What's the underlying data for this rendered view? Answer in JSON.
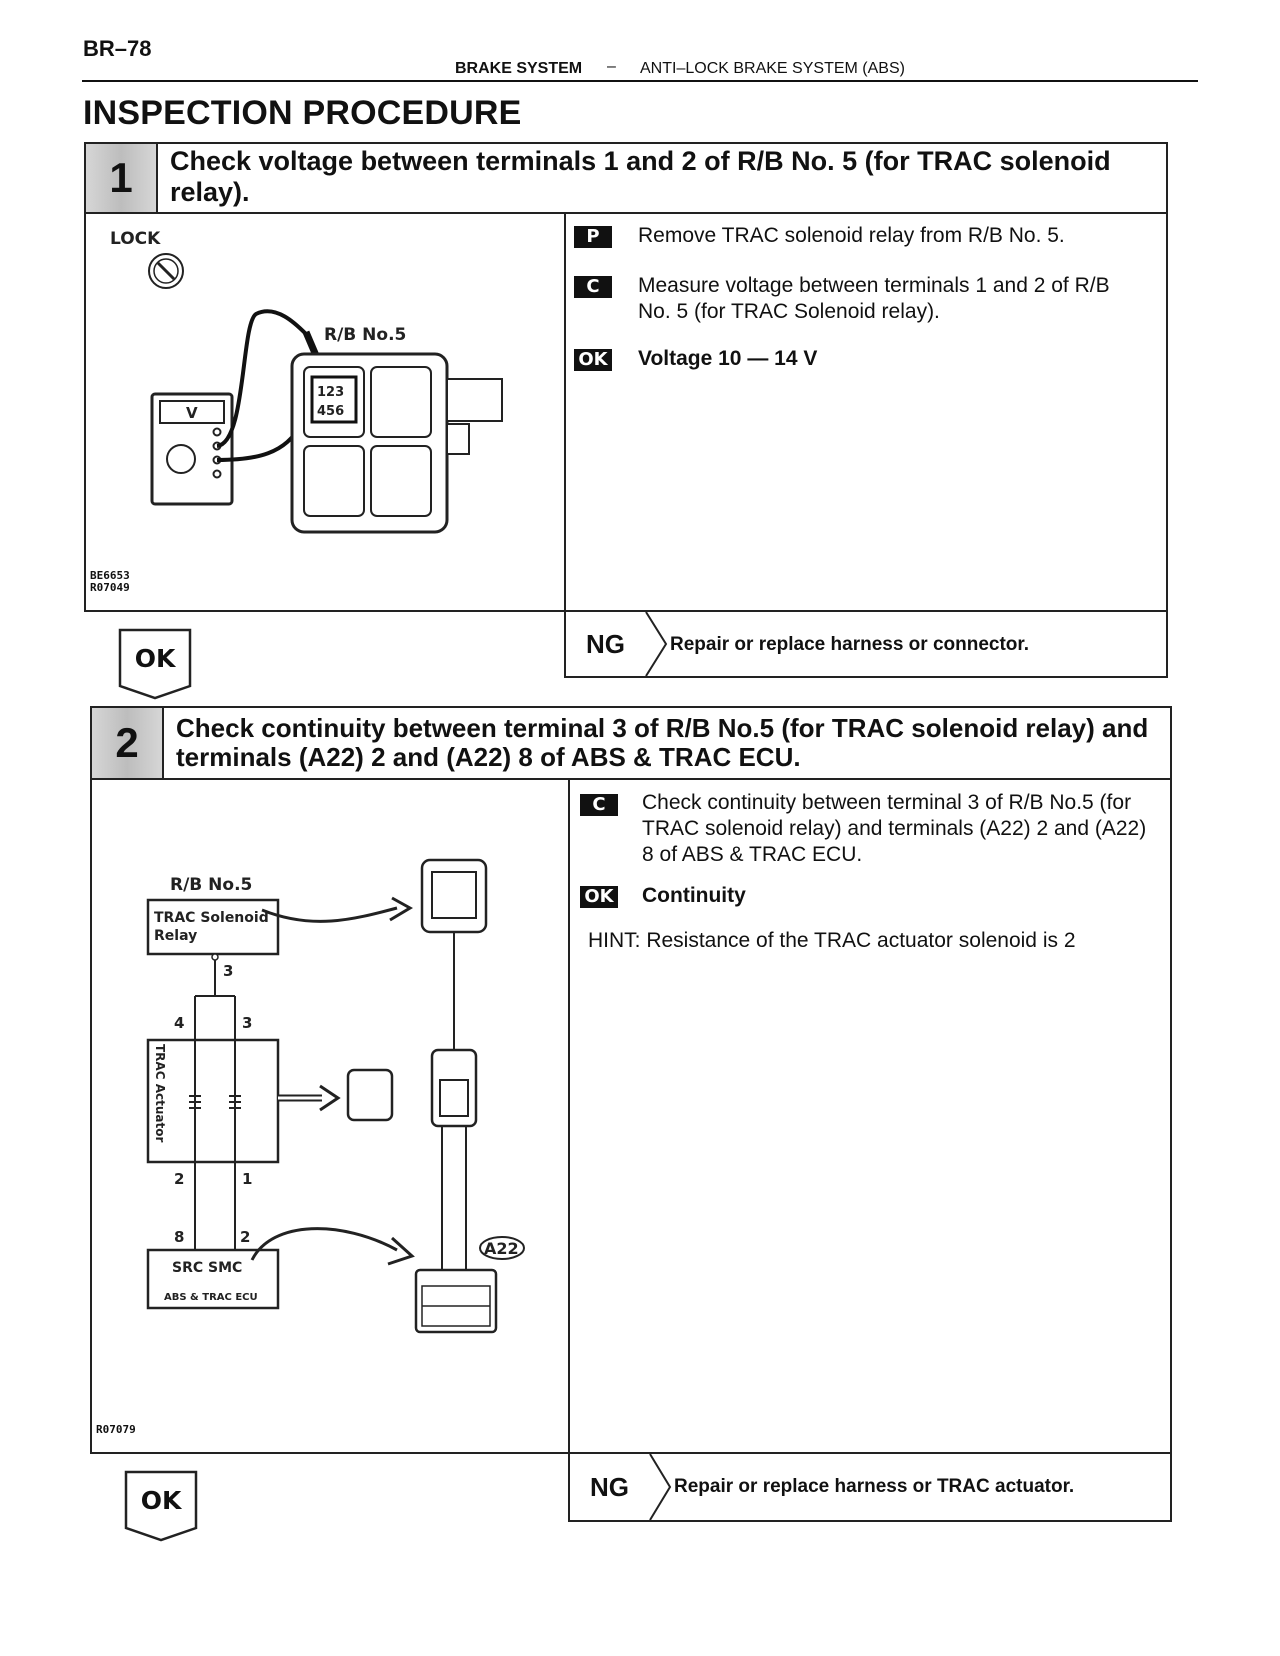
{
  "header": {
    "page_number": "BR–78",
    "section": "BRAKE SYSTEM",
    "separator": "–",
    "subsection": "ANTI–LOCK BRAKE SYSTEM (ABS)"
  },
  "procedure_title": "INSPECTION PROCEDURE",
  "step1": {
    "number": "1",
    "title": "Check voltage between terminals 1 and 2 of R/B No. 5 (for TRAC solenoid relay).",
    "diagram": {
      "lock_label": "LOCK",
      "rb_label": "R/B No.5",
      "meter_label": "V",
      "terminals_top": "123",
      "terminals_bottom": "456",
      "codes": [
        "BE6653",
        "R07049"
      ]
    },
    "instructions": [
      {
        "badge": "P",
        "text": "Remove TRAC solenoid relay from R/B No. 5."
      },
      {
        "badge": "C",
        "text": "Measure voltage between terminals 1 and 2 of R/B No. 5 (for TRAC Solenoid relay)."
      },
      {
        "badge": "OK",
        "text": "Voltage 10 — 14 V"
      }
    ],
    "ok_label": "OK",
    "ng_label": "NG",
    "ng_action": "Repair or replace harness or connector."
  },
  "step2": {
    "number": "2",
    "title": "Check continuity between terminal 3 of R/B No.5 (for TRAC solenoid relay) and terminals (A22) 2 and (A22) 8 of ABS & TRAC ECU.",
    "diagram": {
      "rb_label": "R/B No.5",
      "relay_label_1": "TRAC Solenoid",
      "relay_label_2": "Relay",
      "actuator_label": "TRAC Actuator",
      "ecu_pins": "SRC  SMC",
      "ecu_label": "ABS & TRAC ECU",
      "connector_label": "A22",
      "pin_3": "3",
      "pin_4": "4",
      "pin_3b": "3",
      "pin_2": "2",
      "pin_1": "1",
      "pin_8": "8",
      "pin_2b": "2",
      "code": "R07079"
    },
    "instructions": [
      {
        "badge": "C",
        "text": "Check continuity between terminal 3 of R/B No.5 (for TRAC solenoid relay) and terminals (A22) 2 and (A22) 8 of ABS & TRAC ECU."
      },
      {
        "badge": "OK",
        "text": "Continuity"
      }
    ],
    "hint": "HINT: Resistance of the TRAC actuator solenoid is 2",
    "ok_label": "OK",
    "ng_label": "NG",
    "ng_action": "Repair or replace harness or TRAC actuator."
  }
}
